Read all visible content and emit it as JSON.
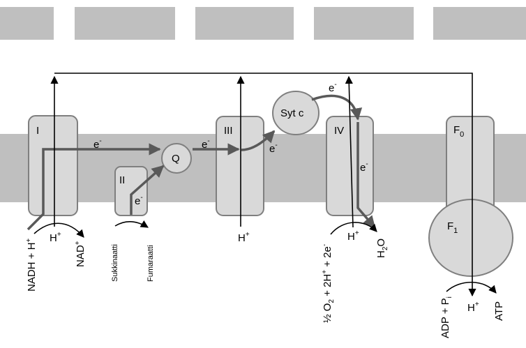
{
  "complexes": {
    "c1": "I",
    "c2": "II",
    "c3": "III",
    "c4": "IV",
    "f0": "F",
    "f0_sub": "0",
    "f1": "F",
    "f1_sub": "1"
  },
  "carriers": {
    "q": "Q",
    "cytc": "Syt c"
  },
  "electron": {
    "e": "e",
    "minus": "-"
  },
  "proton": {
    "h": "H",
    "plus": "+"
  },
  "labels": {
    "nadh": "NADH + H",
    "nadh_sup": "+",
    "nad": "NAD",
    "nad_sup": "+",
    "sukkinaatti": "Sukkinaatti",
    "fumaraatti": "Fumaraatti",
    "half": "½ O",
    "o2_sub": "2",
    "plus2h": " + 2H",
    "plus2h_sup": "+",
    "plus2e": " + 2e",
    "plus2e_sup": "-",
    "h2o_h": "H",
    "h2o_sub": "2",
    "h2o_o": "O",
    "adp": "ADP + P",
    "adp_sub": "i",
    "atp": "ATP"
  },
  "colors": {
    "membrane": "#bfbfbf",
    "protein_fill": "#d9d9d9",
    "protein_stroke": "#7f7f7f",
    "electron_path": "#595959",
    "proton_path": "#000000"
  }
}
